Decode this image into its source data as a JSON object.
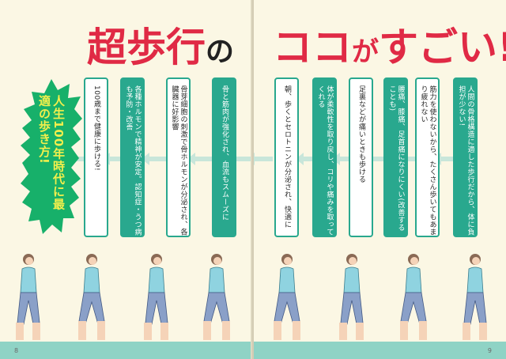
{
  "title": {
    "part1": "超歩行",
    "no": "の",
    "part2a": "ココ",
    "ga": "が",
    "part2b": "すごい!"
  },
  "left_page": {
    "burst": "人生100年時代に最適の歩き方!",
    "boxes": [
      "骨と筋肉が強化され、血流もスムーズに",
      "骨芽細胞の刺激で骨ホルモンが分泌され、各臓器に好影響",
      "各種ホルモンで精神が安定。認知症・うつ病も予防・改善",
      "100歳まで健康に歩ける!"
    ],
    "page_number": "8"
  },
  "right_page": {
    "boxes": [
      "人間の骨格構造に適した歩行だから、体に負担が少ない!",
      "筋力を使わないから、たくさん歩いてもあまり疲れない",
      "腰痛、膝痛、足首痛になりにくい(改善することも)",
      "足裏などが痛いときも歩ける",
      "体が柔軟性を取り戻し、コリや痛みを取ってくれる",
      "朝、歩くとセロトニンが分泌され、快適に"
    ],
    "page_number": "9"
  },
  "colors": {
    "title_red": "#e02a45",
    "teal": "#29a88e",
    "burst_green": "#17b06a",
    "burst_text": "#f3ef4c",
    "page_bg": "#fbf7e4"
  }
}
